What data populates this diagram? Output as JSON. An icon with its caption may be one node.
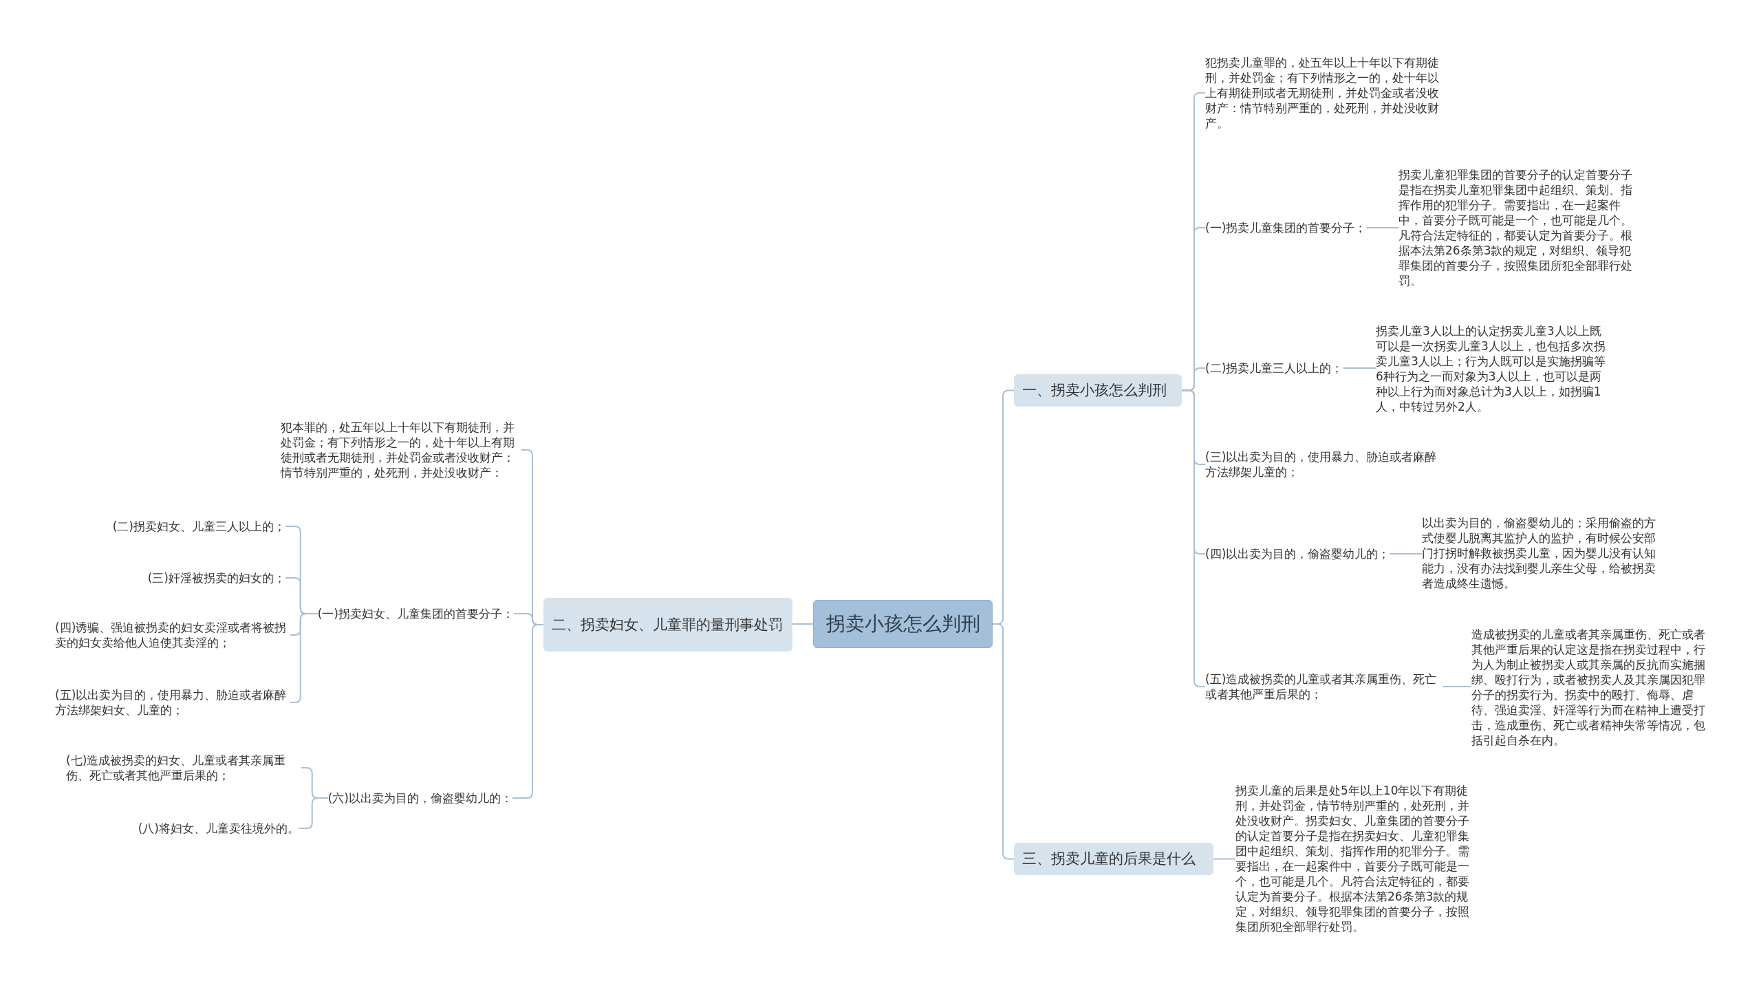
{
  "diagram": {
    "nodes": [
      {
        "text": [
          "拐卖小孩怎么判刑"
        ]
      },
      {
        "text": [
          "一、拐卖小孩怎么判刑"
        ]
      },
      {
        "text": [
          "犯拐卖儿童罪的，处五年以上十年以下有期徒刑，并处罚金；有下列情形之一的，处十年以上有期徒刑或者无期徒刑，并处罚金或者没收财产：情节特别严重的，处死刑，并处没收财产。"
        ]
      },
      {
        "text": [
          "(一)拐卖儿童集团的首要分子；"
        ]
      },
      {
        "text": [
          "拐卖儿童犯罪集团的首要分子的认定首要分子是指在拐卖儿童犯罪集团中起组织、策划、指挥作用的犯罪分子。需要指出，在一起案件中，首要分子既可能是一个，也可能是几个。凡符合法定特征的，都要认定为首要分子。根据本法第26条第3款的规定，对组织、领导犯罪集团的首要分子，按照集团所犯全部罪行处罚。"
        ]
      },
      {
        "text": [
          "(二)拐卖儿童三人以上的；"
        ]
      },
      {
        "text": [
          "拐卖儿童3人以上的认定拐卖儿童3人以上既可以是一次拐卖儿童3人以上，也包括多次拐卖儿童3人以上；行为人既可以是实施拐骗等6种行为之一而对象为3人以上，也可以是两种以上行为而对象总计为3人以上，如拐骗1人，中转过另外2人。"
        ]
      },
      {
        "text": [
          "(三)以出卖为目的，使用暴力、胁迫或者麻醉方法绑架儿童的；"
        ]
      },
      {
        "text": [
          "(四)以出卖为目的，偷盗婴幼儿的；"
        ]
      },
      {
        "text": [
          "以出卖为目的，偷盗婴幼儿的；采用偷盗的方式使婴儿脱离其监护人的监护，有时候公安部门打拐时解救被拐卖儿童，因为婴儿没有认知能力，没有办法找到婴儿亲生父母，给被拐卖者造成终生遗憾。"
        ]
      },
      {
        "text": [
          "(五)造成被拐卖的儿童或者其亲属重伤、死亡或者其他严重后果的；"
        ]
      },
      {
        "text": [
          "造成被拐卖的儿童或者其亲属重伤、死亡或者其他严重后果的认定这是指在拐卖过程中，行为人为制止被拐卖人或其亲属的反抗而实施捆绑、殴打行为，或者被拐卖人及其亲属因犯罪分子的拐卖行为、拐卖中的殴打、侮辱、虐待、强迫卖淫、奸淫等行为而在精神上遭受打击，造成重伤、死亡或者精神失常等情况，包括引起自杀在内。"
        ]
      },
      {
        "text": [
          "二、拐卖妇女、儿童罪的量刑事处罚"
        ]
      },
      {
        "text": [
          "犯本罪的，处五年以上十年以下有期徒刑，并处罚金；有下列情形之一的，处十年以上有期徒刑或者无期徒刑，并处罚金或者没收财产：情节特别严重的，处死刑，并处没收财产："
        ]
      },
      {
        "text": [
          "(一)拐卖妇女、儿童集团的首要分子："
        ]
      },
      {
        "text": [
          "(二)拐卖妇女、儿童三人以上的；"
        ]
      },
      {
        "text": [
          "(三)奸淫被拐卖的妇女的；"
        ]
      },
      {
        "text": [
          "(四)诱骗、强迫被拐卖的妇女卖淫或者将被拐卖的妇女卖给他人迫使其卖淫的；"
        ]
      },
      {
        "text": [
          "(五)以出卖为目的，使用暴力、胁迫或者麻醉方法绑架妇女、儿童的；"
        ]
      },
      {
        "text": [
          "(六)以出卖为目的，偷盗婴幼儿的："
        ]
      },
      {
        "text": [
          "(七)造成被拐卖的妇女、儿童或者其亲属重伤、死亡或者其他严重后果的；"
        ]
      },
      {
        "text": [
          "(八)将妇女、儿童卖往境外的。"
        ]
      },
      {
        "text": [
          "三、拐卖儿童的后果是什么"
        ]
      },
      {
        "text": [
          "拐卖儿童的后果是处5年以上10年以下有期徒刑，并处罚金，情节特别严重的，处死刑，并处没收财产。拐卖妇女、儿童集团的首要分子的认定首要分子是指在拐卖妇女、儿童犯罪集团中起组织、策划、指挥作用的犯罪分子。需要指出，在一起案件中，首要分子既可能是一个，也可能是几个。凡符合法定特征的，都要认定为首要分子。根据本法第26条第3款的规定，对组织、领导犯罪集团的首要分子，按照集团所犯全部罪行处罚。"
        ]
      }
    ],
    "edges": [
      {
        "from": 0,
        "to": 1,
        "arrow": "none"
      },
      {
        "from": 1,
        "to": 2,
        "arrow": "none"
      },
      {
        "from": 1,
        "to": 3,
        "arrow": "none"
      },
      {
        "from": 3,
        "to": 4,
        "arrow": "none"
      },
      {
        "from": 1,
        "to": 5,
        "arrow": "none"
      },
      {
        "from": 5,
        "to": 6,
        "arrow": "none"
      },
      {
        "from": 1,
        "to": 7,
        "arrow": "none"
      },
      {
        "from": 1,
        "to": 8,
        "arrow": "none"
      },
      {
        "from": 8,
        "to": 9,
        "arrow": "none"
      },
      {
        "from": 1,
        "to": 10,
        "arrow": "none"
      },
      {
        "from": 10,
        "to": 11,
        "arrow": "none"
      },
      {
        "from": 0,
        "to": 12,
        "arrow": "none"
      },
      {
        "from": 12,
        "to": 13,
        "arrow": "none"
      },
      {
        "from": 12,
        "to": 14,
        "arrow": "none"
      },
      {
        "from": 14,
        "to": 15,
        "arrow": "none"
      },
      {
        "from": 14,
        "to": 16,
        "arrow": "none"
      },
      {
        "from": 14,
        "to": 17,
        "arrow": "none"
      },
      {
        "from": 14,
        "to": 18,
        "arrow": "none"
      },
      {
        "from": 12,
        "to": 19,
        "arrow": "none"
      },
      {
        "from": 19,
        "to": 20,
        "arrow": "none"
      },
      {
        "from": 19,
        "to": 21,
        "arrow": "none"
      },
      {
        "from": 0,
        "to": 22,
        "arrow": "none"
      },
      {
        "from": 22,
        "to": 23,
        "arrow": "none"
      }
    ]
  }
}
